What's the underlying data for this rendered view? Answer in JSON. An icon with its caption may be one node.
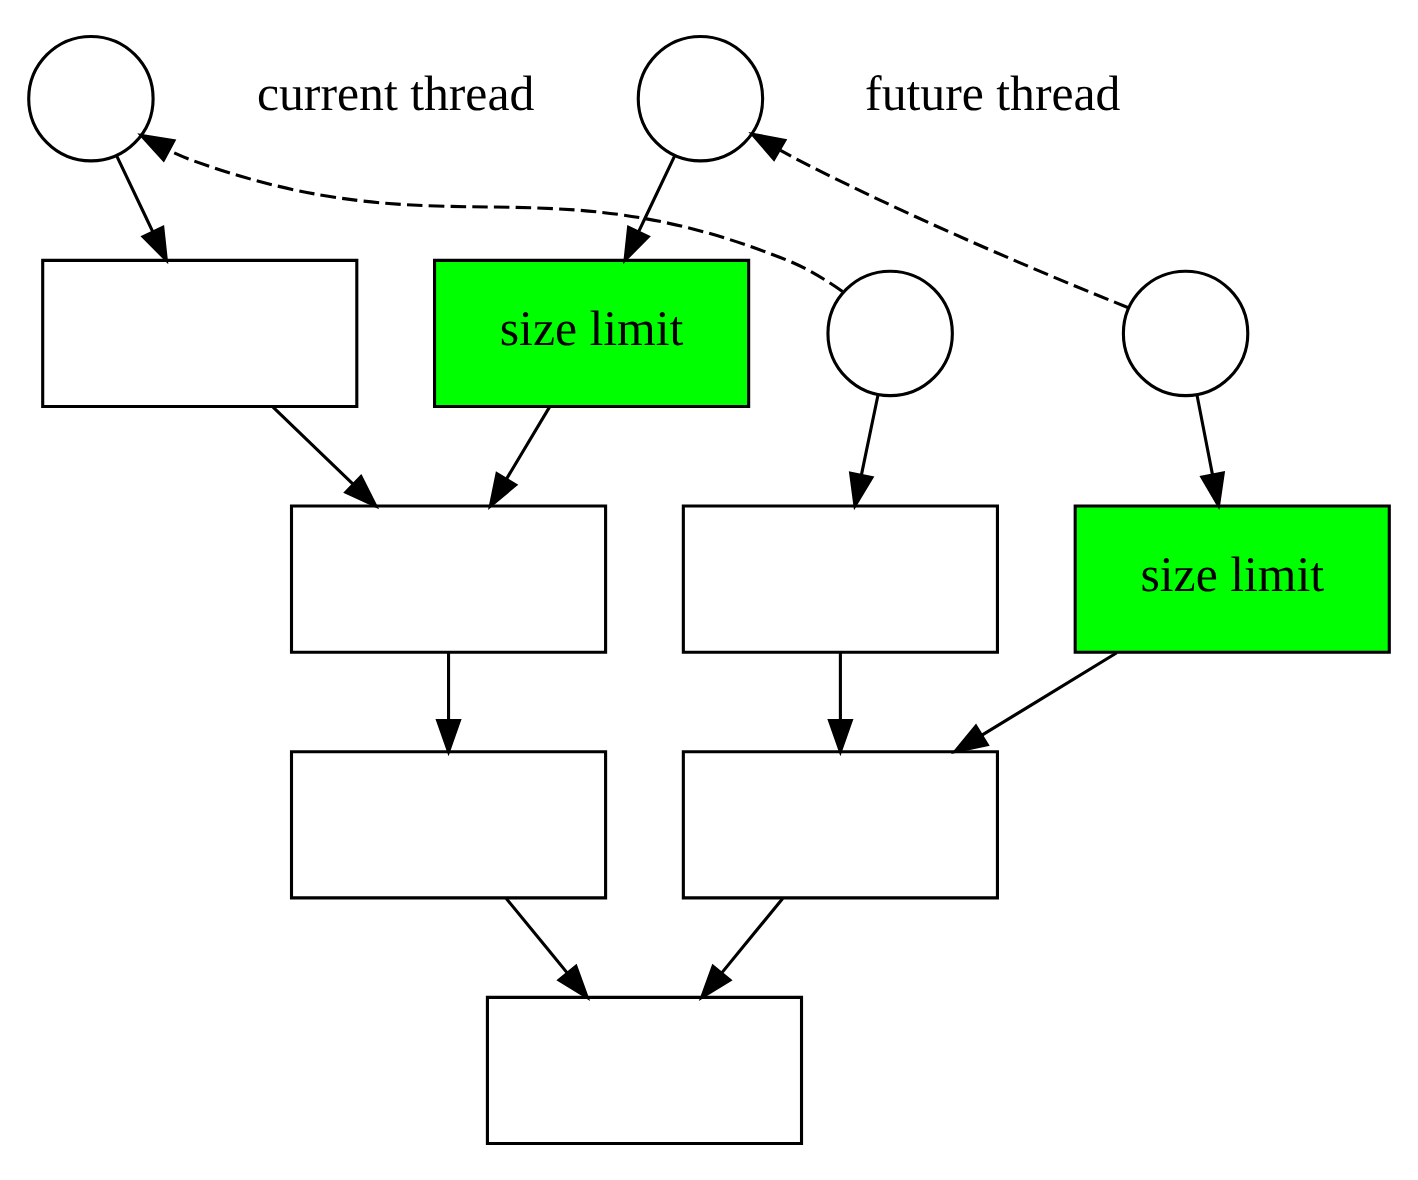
{
  "diagram": {
    "nodes": [
      {
        "text": [],
        "shape": "circle"
      },
      {
        "text": [],
        "shape": "circle"
      },
      {
        "text": [],
        "shape": "circle"
      },
      {
        "text": [],
        "shape": "circle"
      },
      {
        "text": [],
        "shape": "box"
      },
      {
        "text": [
          "size limit"
        ]
      },
      {
        "text": [],
        "shape": "box"
      },
      {
        "text": [],
        "shape": "box"
      },
      {
        "text": [
          "size limit"
        ]
      },
      {
        "text": [],
        "shape": "box"
      },
      {
        "text": [],
        "shape": "box"
      },
      {
        "text": [],
        "shape": "box"
      }
    ],
    "edges": [
      {
        "from": 0,
        "to": 4,
        "arrow": "to"
      },
      {
        "from": 1,
        "to": 5,
        "arrow": "to"
      },
      {
        "from": 2,
        "to": 0,
        "arrow": "to",
        "style": "dashed"
      },
      {
        "from": 3,
        "to": 1,
        "arrow": "to",
        "style": "dashed"
      },
      {
        "from": 2,
        "to": 7,
        "arrow": "to"
      },
      {
        "from": 3,
        "to": 8,
        "arrow": "to"
      },
      {
        "from": 4,
        "to": 6,
        "arrow": "to"
      },
      {
        "from": 5,
        "to": 6,
        "arrow": "to"
      },
      {
        "from": 6,
        "to": 9,
        "arrow": "to"
      },
      {
        "from": 7,
        "to": 10,
        "arrow": "to"
      },
      {
        "from": 8,
        "to": 10,
        "arrow": "to"
      },
      {
        "from": 9,
        "to": 11,
        "arrow": "to"
      },
      {
        "from": 10,
        "to": 11,
        "arrow": "to"
      }
    ],
    "labels": [
      "current thread",
      "future thread"
    ]
  }
}
